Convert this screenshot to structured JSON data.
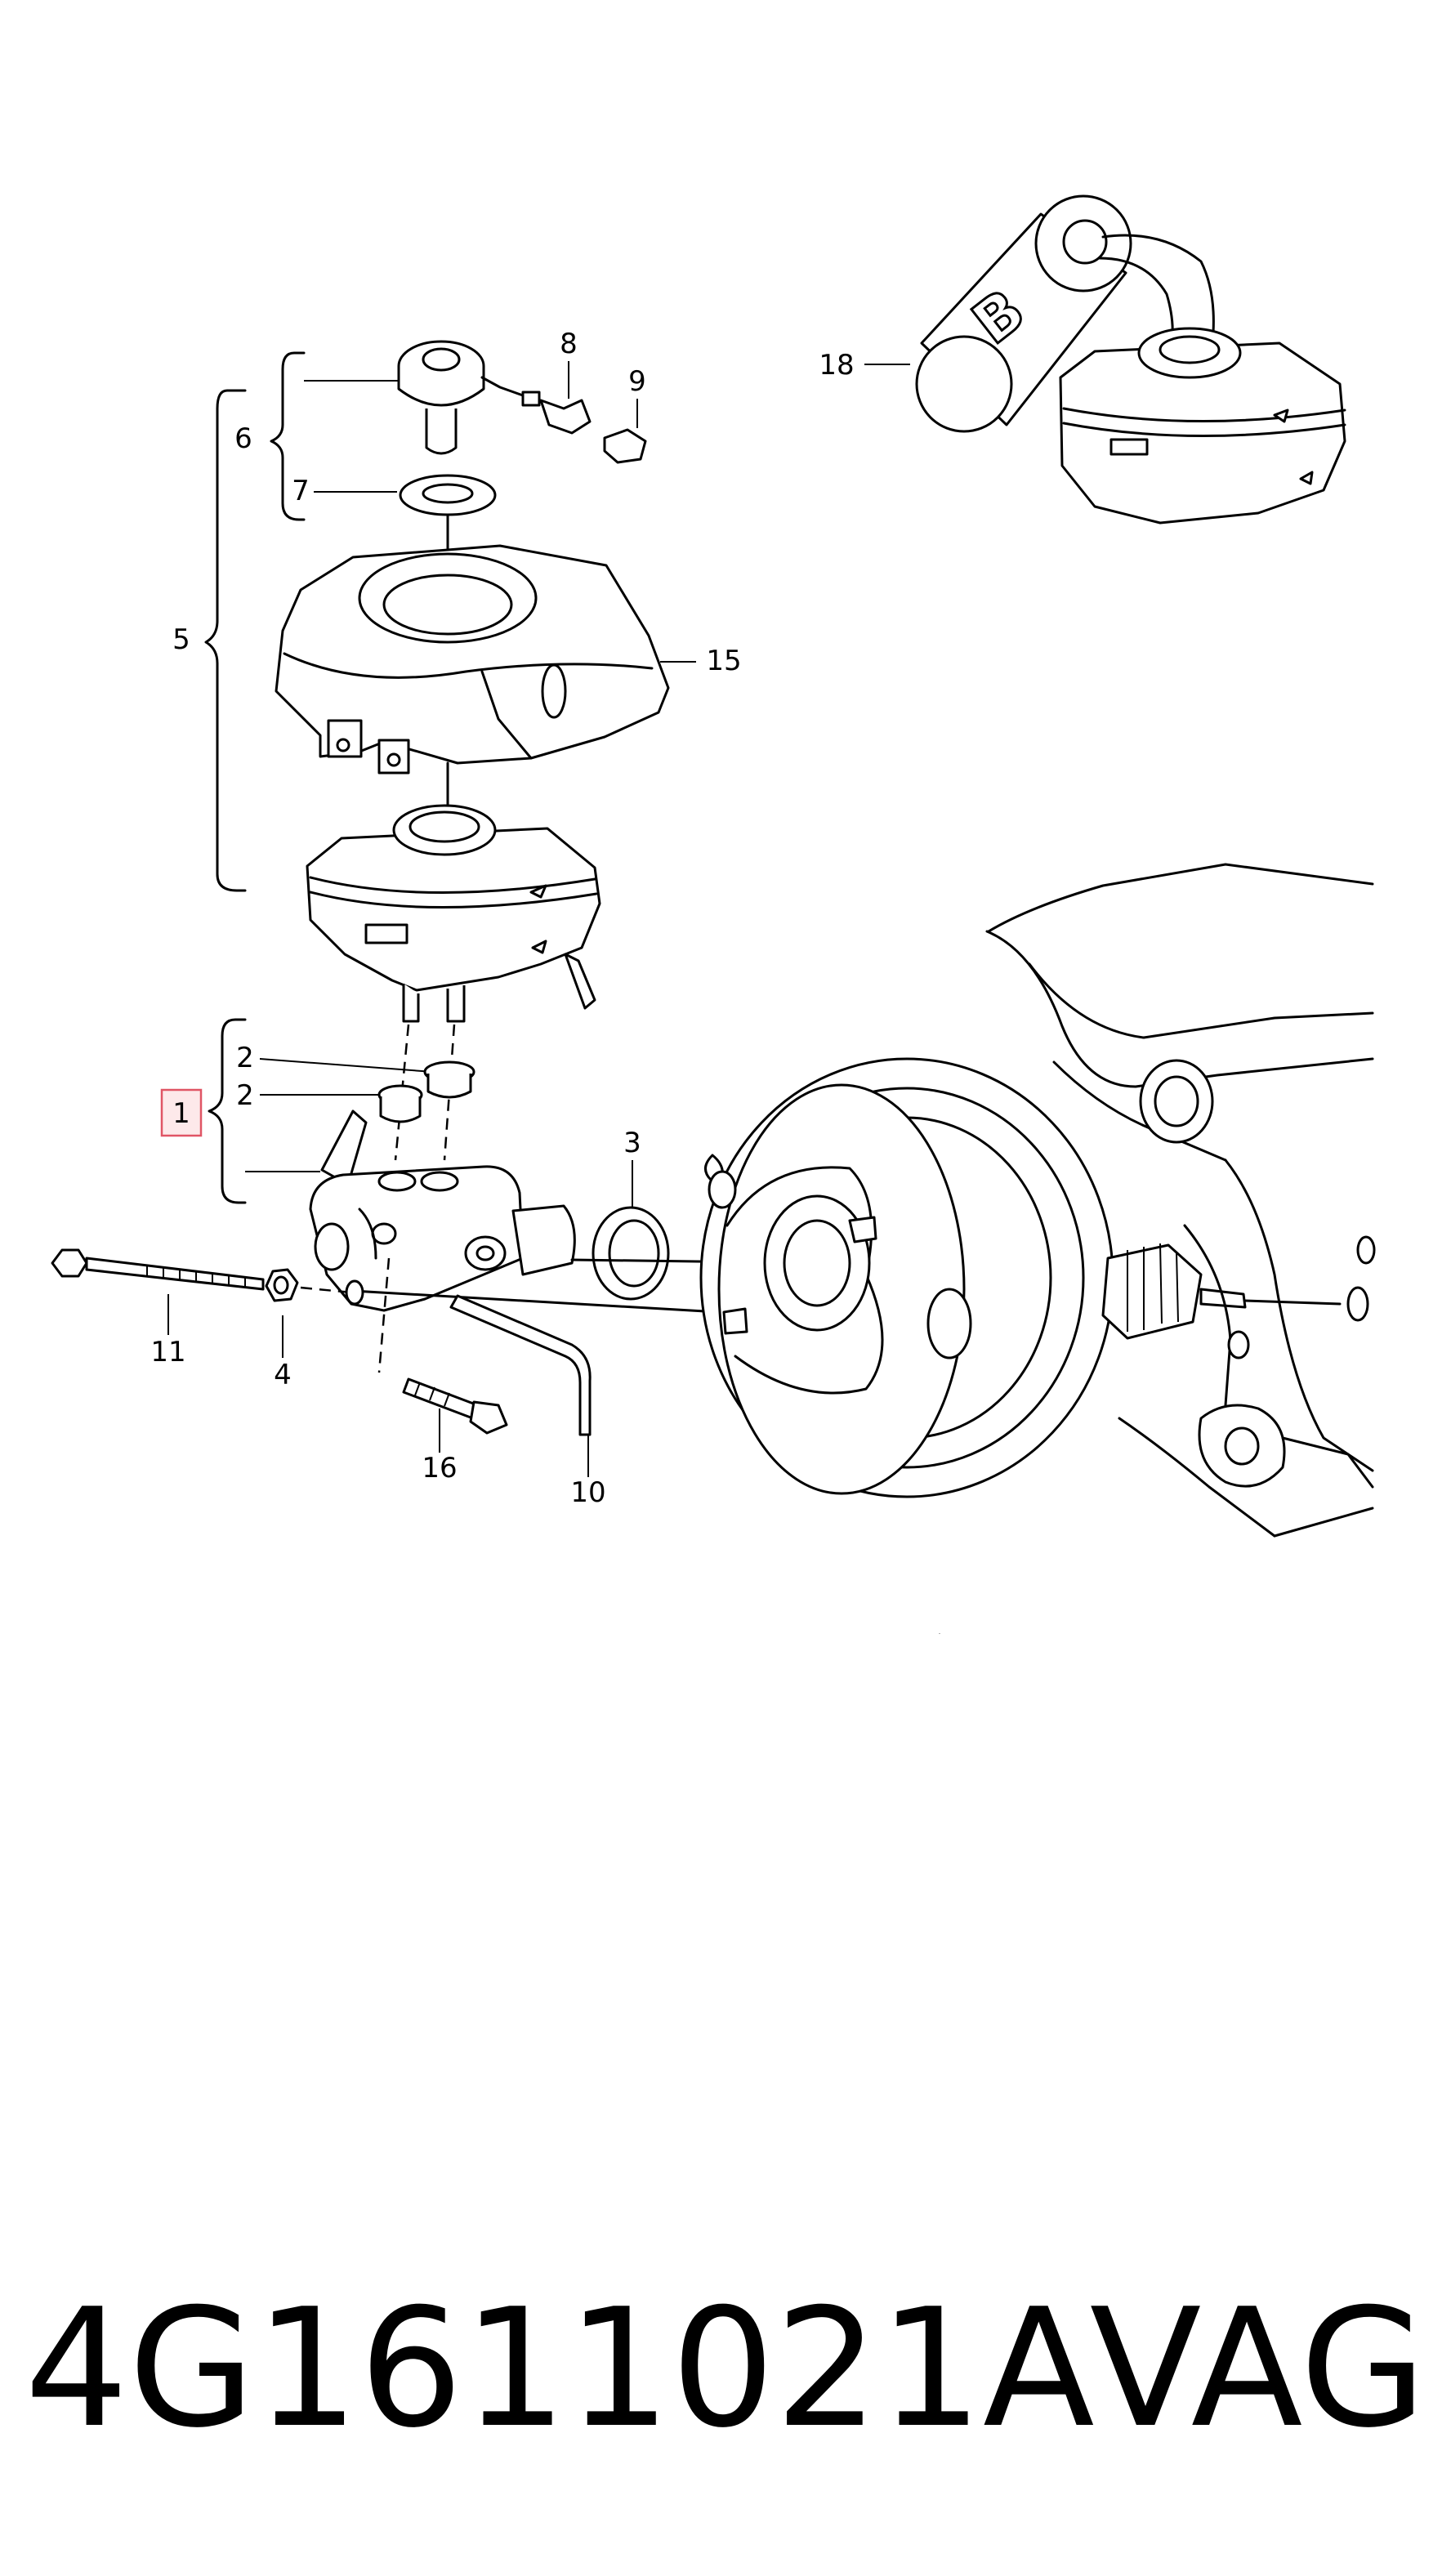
{
  "diagram": {
    "callouts": {
      "c1": "1",
      "c2a": "2",
      "c2b": "2",
      "c3": "3",
      "c4": "4",
      "c5": "5",
      "c6": "6",
      "c7": "7",
      "c8": "8",
      "c9": "9",
      "c10": "10",
      "c11": "11",
      "c15": "15",
      "c16": "16",
      "c18": "18"
    },
    "inset_reservoir_letter": "B",
    "highlight_color": "#e05565"
  },
  "footer": {
    "part_number": "4G1611021A",
    "brand": "VAG"
  }
}
